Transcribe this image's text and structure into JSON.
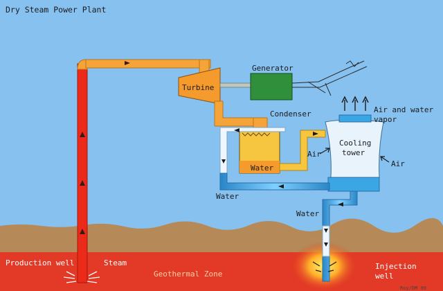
{
  "title": "Dry Steam Power Plant",
  "labels": {
    "generator": "Generator",
    "turbine": "Turbine",
    "condenser": "Condenser",
    "air_vapor_line1": "Air and water",
    "air_vapor_line2": "vapor",
    "air_left": "Air",
    "air_right": "Air",
    "cooling_line1": "Cooling",
    "cooling_line2": "tower",
    "water_tank": "Water",
    "water_return": "Water",
    "water_injection": "Water",
    "production_well": "Production well",
    "steam": "Steam",
    "geothermal_zone": "Geothermal Zone",
    "injection_line1": "Injection",
    "injection_line2": "well",
    "credit": "Roy/DM 90"
  },
  "colors": {
    "sky": "#87c1f0",
    "steam_pipe": "#f5a43a",
    "hot_pipe": "#ec2a1a",
    "cool_pipe": "#3aa6e4",
    "turbine": "#f59a2c",
    "generator": "#2f8f3a",
    "condenser": "#f7c640",
    "cooling_tower": "#e8f3fb",
    "soil": "#b58a58",
    "geothermal": "#e23a26"
  }
}
